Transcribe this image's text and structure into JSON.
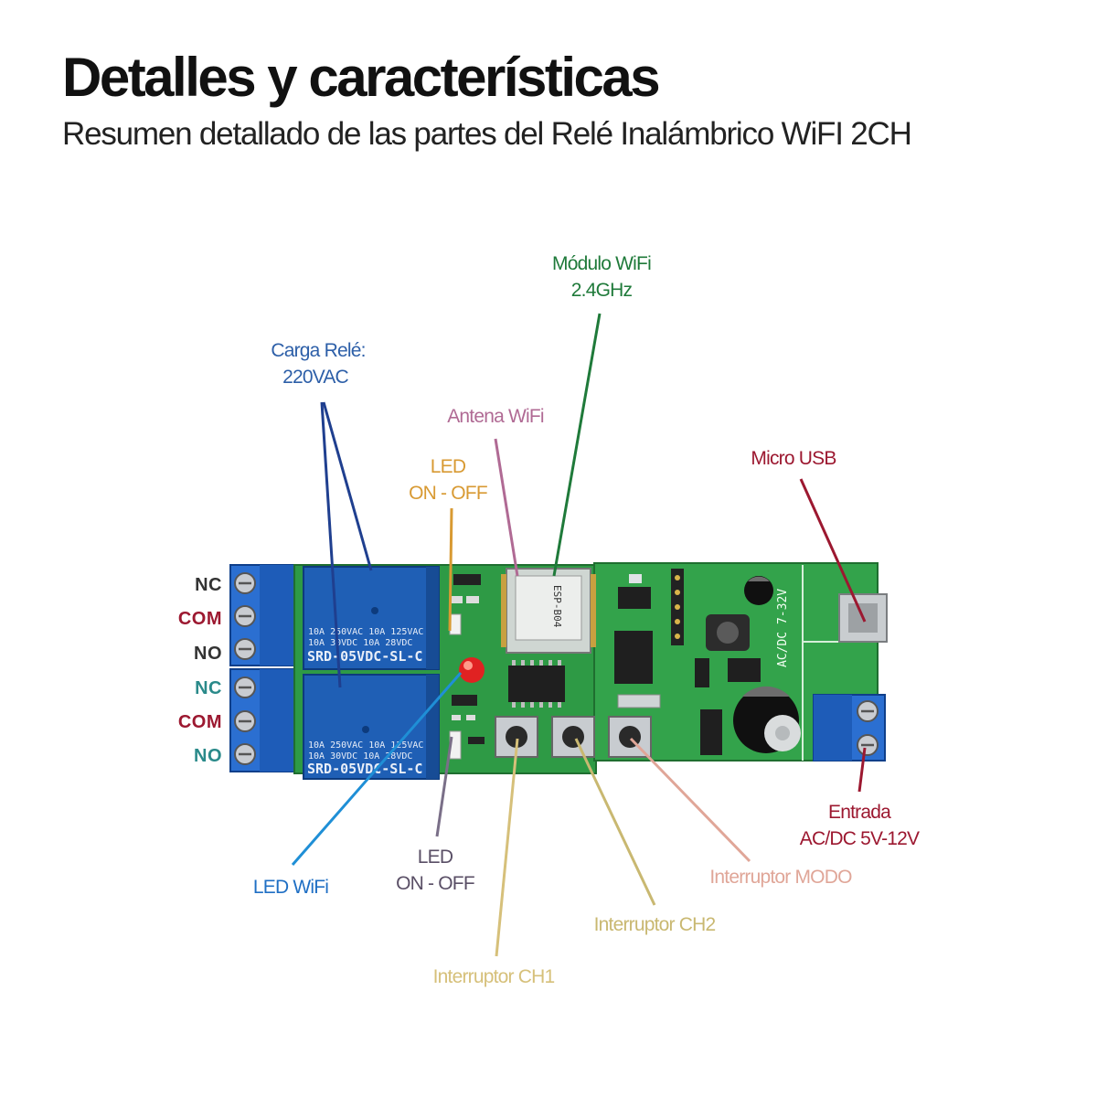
{
  "header": {
    "title": "Detalles y características",
    "subtitle": "Resumen detallado de las partes del Relé Inalámbrico WiFI 2CH"
  },
  "terminals": {
    "relay1": {
      "nc": "NC",
      "com": "COM",
      "no": "NO"
    },
    "relay2": {
      "nc": "NC",
      "com": "COM",
      "no": "NO"
    }
  },
  "board_print": {
    "relay_rating_line1": "10A 250VAC  10A 125VAC",
    "relay_rating_line2": "10A  30VDC  10A  28VDC",
    "relay_model": "SRD-05VDC-SL-C",
    "wifi_module": "ESP-B04",
    "power_print": "AC/DC 7-32V"
  },
  "labels": {
    "carga_rele": [
      "Carga Relé:",
      "220VAC"
    ],
    "modulo_wifi": [
      "Módulo WiFi",
      "2.4GHz"
    ],
    "antena_wifi": "Antena WiFi",
    "led_top": [
      "LED",
      "ON - OFF"
    ],
    "micro_usb": "Micro USB",
    "entrada": [
      "Entrada",
      "AC/DC 5V-12V"
    ],
    "led_wifi": "LED WiFi",
    "led_bottom": [
      "LED",
      "ON - OFF"
    ],
    "interruptor_modo": "Interruptor MODO",
    "interruptor_ch2": "Interruptor CH2",
    "interruptor_ch1": "Interruptor CH1"
  },
  "colors": {
    "pcb_green": "#2e9a45",
    "relay_blue": "#1f5fb5",
    "carga_rele": "#2d5fa8",
    "modulo_wifi": "#1f7a3a",
    "antena_wifi": "#b06a94",
    "led_top": "#d89a33",
    "micro_usb": "#9c1830",
    "entrada": "#9c1830",
    "led_wifi": "#1f6fc4",
    "led_bottom": "#5a4f66",
    "interruptor_modo": "#e0a698",
    "interruptor_ch2": "#c9b871",
    "interruptor_ch1": "#d6c07a",
    "terminal_nc": "#2a7a7a",
    "terminal_com": "#9c1830"
  }
}
